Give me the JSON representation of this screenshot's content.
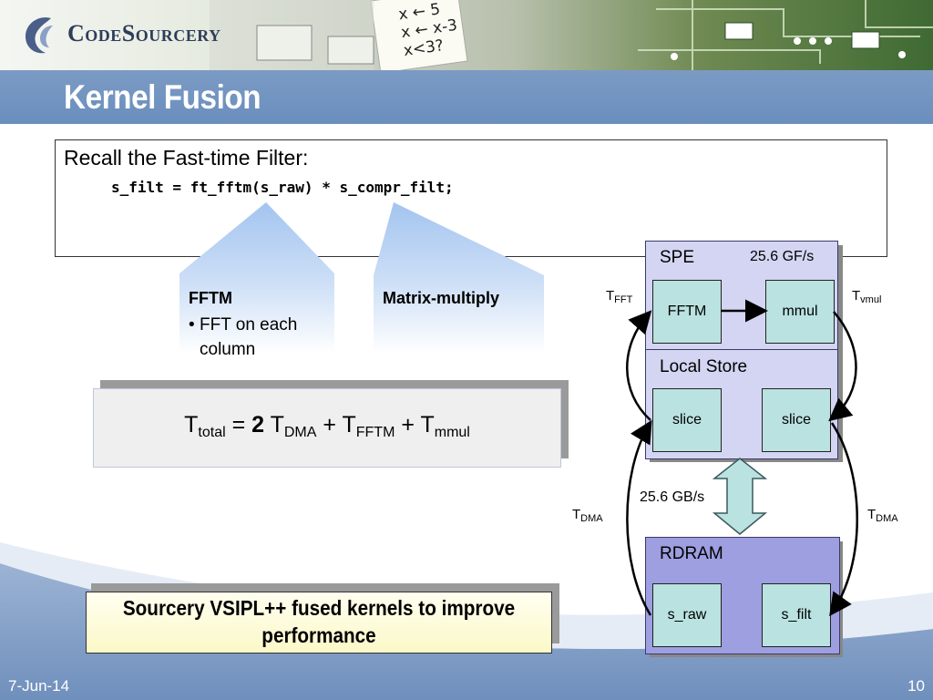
{
  "header": {
    "logo_text": "CodeSourcery",
    "title": "Kernel Fusion",
    "banner_scribbles": [
      "x ← 5",
      "x ← x-3",
      "x<3?"
    ]
  },
  "recall": {
    "heading": "Recall the Fast-time Filter:",
    "code": "s_filt = ft_fftm(s_raw) * s_compr_filt;"
  },
  "callouts": {
    "fftm": {
      "title": "FFTM",
      "bullet_line1": "FFT on each",
      "bullet_line2": "column"
    },
    "matrix_multiply": {
      "title": "Matrix-multiply"
    }
  },
  "formula": {
    "t": "T",
    "total": "total",
    "equals": " = ",
    "factor": "2",
    "dma": "DMA",
    "plus": " + ",
    "fftm": "FFTM",
    "mmul": "mmul"
  },
  "conclusion": {
    "line1": "Sourcery VSIPL++ fused kernels to improve",
    "line2": "performance"
  },
  "diagram": {
    "spe": {
      "label": "SPE",
      "speed": "25.6 GF/s",
      "cell_left": "FFTM",
      "cell_right": "mmul"
    },
    "local_store": {
      "label": "Local Store",
      "cell_left": "slice",
      "cell_right": "slice"
    },
    "rdram": {
      "label": "RDRAM",
      "cell_left": "s_raw",
      "cell_right": "s_filt"
    },
    "bandwidth": "25.6 GB/s",
    "labels": {
      "t": "T",
      "fft_sub": "FFT",
      "vmul_sub": "vmul",
      "dma_sub": "DMA"
    }
  },
  "footer": {
    "date": "7-Jun-14",
    "page": "10"
  },
  "colors": {
    "title_bar": "#6a8ebd",
    "panel_light": "#d4d5f2",
    "panel_dark": "#9d9fe0",
    "cell": "#b9e2e0",
    "callout_blue": "#a9c8f0",
    "conclusion_yellow": "#fbf8c8"
  }
}
